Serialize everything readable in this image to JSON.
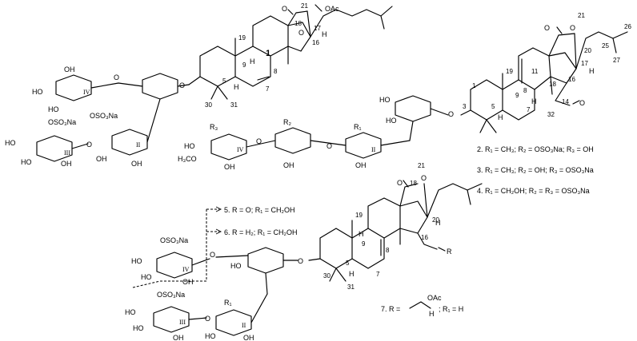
{
  "compounds": {
    "c1": "1",
    "c2": "2. R₁ = CH₃; R₂ = OSO₃Na; R₃ = OH",
    "c3": "3. R₁ = CH₃; R₂ = OH; R₃ = OSO₃Na",
    "c4": "4. R₁ = CH₂OH; R₂ = R₃ = OSO₃Na",
    "c5": "5. R = O; R₁ = CH₂OH",
    "c6": "6. R = H₂; R₁ = CH₂OH",
    "c7_prefix": "7. R =",
    "c7_oac": "OAc",
    "c7_h": "H",
    "c7_suffix": "; R₁ = H"
  },
  "labels": {
    "oac": "OAc",
    "o": "O",
    "h": "H",
    "ho": "HO",
    "oh": "OH",
    "oso3na": "OSO₃Na",
    "h3co": "H₃CO",
    "r": "R",
    "r1": "R₁",
    "r2": "R₂",
    "r3": "R₃"
  },
  "atom_numbers": {
    "n1": "1",
    "n3": "3",
    "n5": "5",
    "n7": "7",
    "n8": "8",
    "n9": "9",
    "n11": "11",
    "n14": "14",
    "n16": "16",
    "n17": "17",
    "n18": "18",
    "n19": "19",
    "n20": "20",
    "n21": "21",
    "n25": "25",
    "n26": "26",
    "n27": "27",
    "n30": "30",
    "n31": "31",
    "n32": "32"
  },
  "sugar_units": {
    "ii": "II",
    "iii": "III",
    "iv": "IV"
  }
}
